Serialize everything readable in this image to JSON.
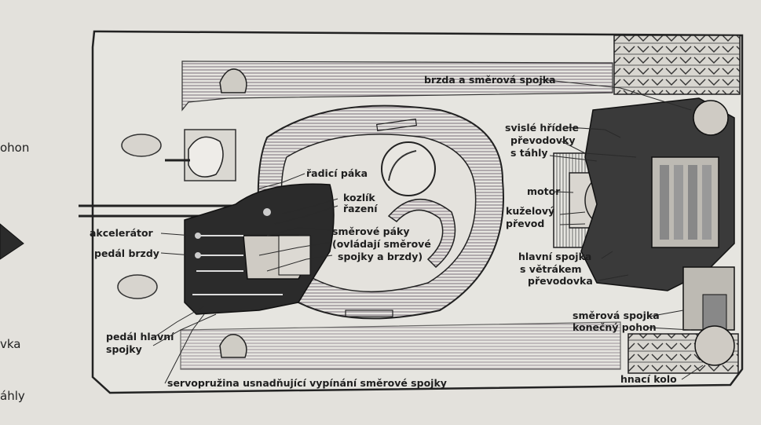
{
  "labels": {
    "brzda": "brzda a směrová spojka",
    "svisle_1": "svislé hřídele",
    "svisle_2": "převodovky",
    "svisle_3": "s táhly",
    "radici": "řadicí páka",
    "kozlik_1": "kozlík",
    "kozlik_2": "řazení",
    "motor": "motor",
    "kuzelovy_1": "kuželový",
    "kuzelovy_2": "převod",
    "smerove_1": "směrové páky",
    "smerove_2": "(ovládají směrové",
    "smerove_3": "spojky a brzdy)",
    "akcelerator": "akcelerátor",
    "pedal_brzdy": "pedál brzdy",
    "hlavni_1": "hlavní spojka",
    "hlavni_2": "s větrákem",
    "prevodovka": "převodovka",
    "pedal_hl_1": "pedál hlavní",
    "pedal_hl_2": "spojky",
    "smerova_spojka": "směrová spojka",
    "konecny": "konečný pohon",
    "servo": "servopružina usnadňující vypínání směrové spojky",
    "hnaci": "hnací kolo"
  },
  "side_text": {
    "pohon": "ohon",
    "vka": "vka",
    "ahly": "áhly"
  },
  "colors": {
    "paper": "#e3e1dc",
    "ink": "#1e1e1e",
    "hatch": "#7b6e7a",
    "dark": "#2b2b2b"
  }
}
